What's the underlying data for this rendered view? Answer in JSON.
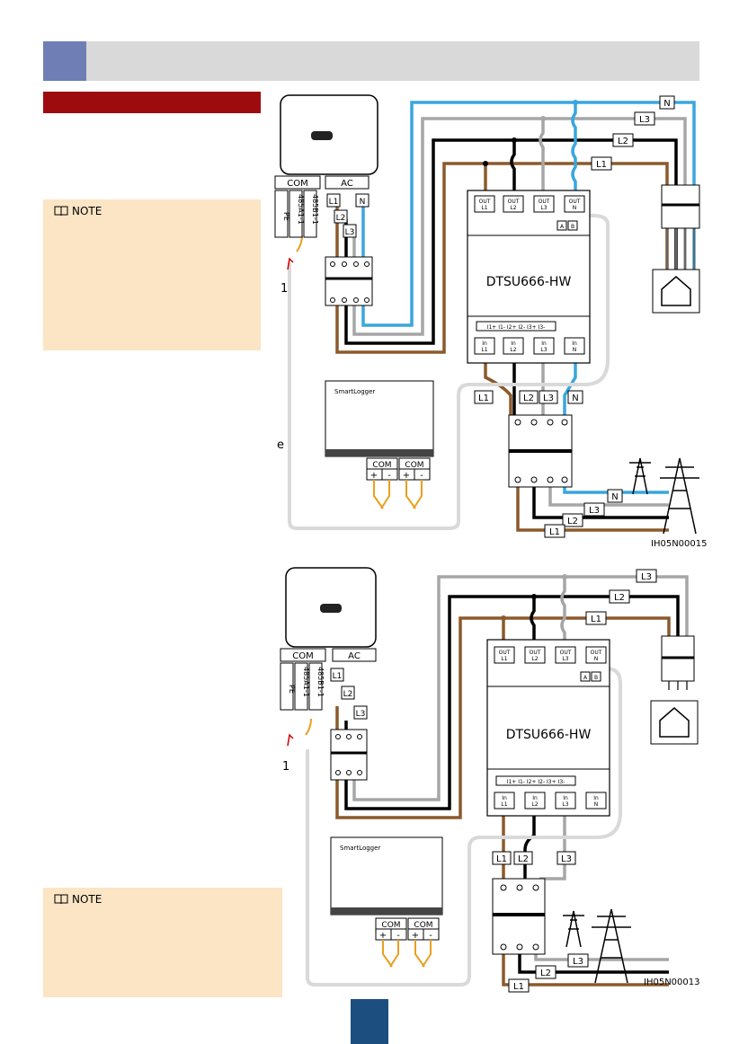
{
  "notes": {
    "label": "NOTE"
  },
  "side_labels": {
    "one_top": "1",
    "e_frag": "e",
    "one_bottom": "1"
  },
  "diagram_top": {
    "meter_label": "DTSU666-HW",
    "logger_label": "SmartLogger",
    "code": "IH05N00015",
    "com": "COM",
    "ac": "AC",
    "pins": [
      "PE",
      "485A1-1",
      "485B1-1"
    ],
    "wire_labels": [
      "N",
      "L3",
      "L2",
      "L1"
    ],
    "out_terms": [
      "OUT L1",
      "OUT L2",
      "OUT L3",
      "OUT N"
    ],
    "in_terms": [
      "In L1",
      "In L2",
      "In L3",
      "In N"
    ],
    "ab": [
      "A",
      "B"
    ],
    "ct_strip": [
      "I1+",
      "I1-",
      "I2+",
      "I2-",
      "I3+",
      "I3-"
    ],
    "com_plus": "+",
    "com_minus": "-"
  },
  "diagram_bottom": {
    "meter_label": "DTSU666-HW",
    "logger_label": "SmartLogger",
    "code": "IH05N00013",
    "com": "COM",
    "ac": "AC",
    "pins": [
      "PE",
      "485A1-1",
      "485B1-1"
    ],
    "wire_labels": [
      "L3",
      "L2",
      "L1"
    ],
    "out_terms": [
      "OUT L1",
      "OUT L2",
      "OUT L3",
      "OUT N"
    ],
    "in_terms": [
      "In L1",
      "In L2",
      "In L3",
      "In N"
    ],
    "ab": [
      "A",
      "B"
    ],
    "ct_strip": [
      "I1+",
      "I1-",
      "I2+",
      "I2-",
      "I3+",
      "I3-"
    ],
    "com_plus": "+",
    "com_minus": "-"
  },
  "colors": {
    "header_block": "#6f7fb5",
    "header_bar": "#d9d9d9",
    "red_bar": "#9e0b0f",
    "note_bg": "#fbe5c4",
    "wire_n": "#3aa6dd",
    "wire_l3": "#a6a6a6",
    "wire_l2": "#000000",
    "wire_l1": "#8b5a2b",
    "rs485": "#e8a020"
  }
}
